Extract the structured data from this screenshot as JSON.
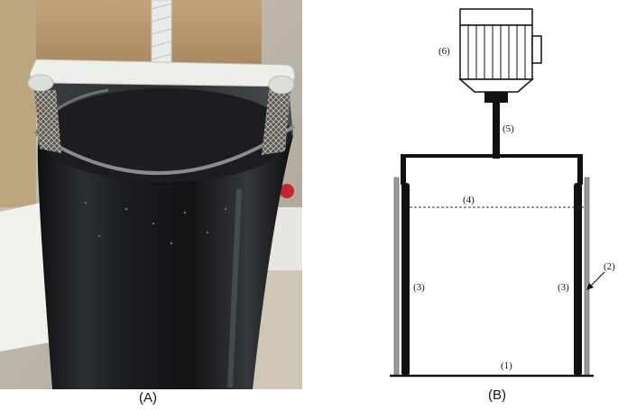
{
  "panels": {
    "a_label": "(A)",
    "b_label": "(B)"
  },
  "schematic": {
    "labels": {
      "part1": "(1)",
      "part2": "(2)",
      "part3_left": "(3)",
      "part3_right": "(3)",
      "part4": "(4)",
      "part5": "(5)",
      "part6": "(6)"
    }
  },
  "colors": {
    "tube": "#1b1d20",
    "rim": "#8a8d8c",
    "frame": "#e9ebe8",
    "box": "#b08f66",
    "background": "#d9d3c8"
  }
}
